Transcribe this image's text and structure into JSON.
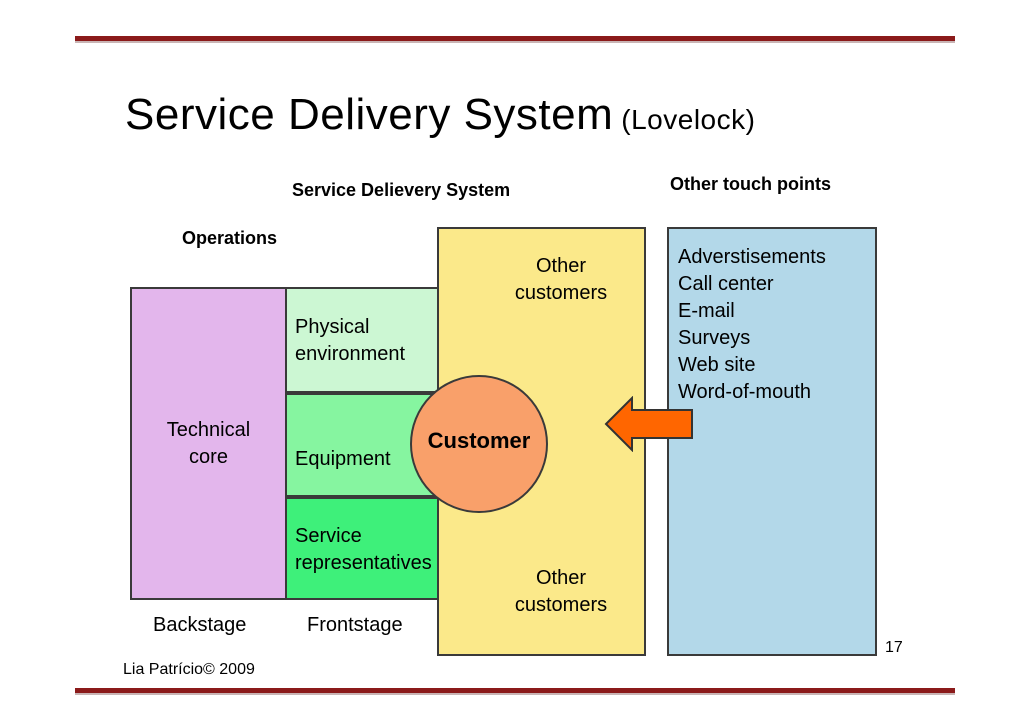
{
  "slide": {
    "title": "Service Delivery System",
    "title_suffix": "(Lovelock)",
    "page_number": "17",
    "footer": "Lia Patrício© 2009"
  },
  "diagram": {
    "header_system": "Service Delievery System",
    "header_touch": "Other touch points",
    "operations_label": "Operations",
    "technical_core": [
      "Technical",
      "core"
    ],
    "physical_environment": [
      "Physical",
      "environment"
    ],
    "equipment": "Equipment",
    "service_representatives": [
      "Service",
      "representatives"
    ],
    "other_customers_top": [
      "Other",
      "customers"
    ],
    "other_customers_bottom": [
      "Other",
      "customers"
    ],
    "customer": "Customer",
    "backstage": "Backstage",
    "frontstage": "Frontstage",
    "touch_points": [
      "Adverstisements",
      "Call center",
      "E-mail",
      "Surveys",
      "Web site",
      "Word-of-mouth"
    ]
  },
  "colors": {
    "accent_rule": "#8b1a1a",
    "technical_core": "#e3b6ec",
    "physical_environment": "#ccf7d3",
    "equipment": "#86f5a0",
    "service_representatives": "#3ef07a",
    "customer_zone": "#fbe98a",
    "customer": "#f9a06a",
    "touch_points": "#b3d8e9",
    "arrow": "#ff6600"
  }
}
